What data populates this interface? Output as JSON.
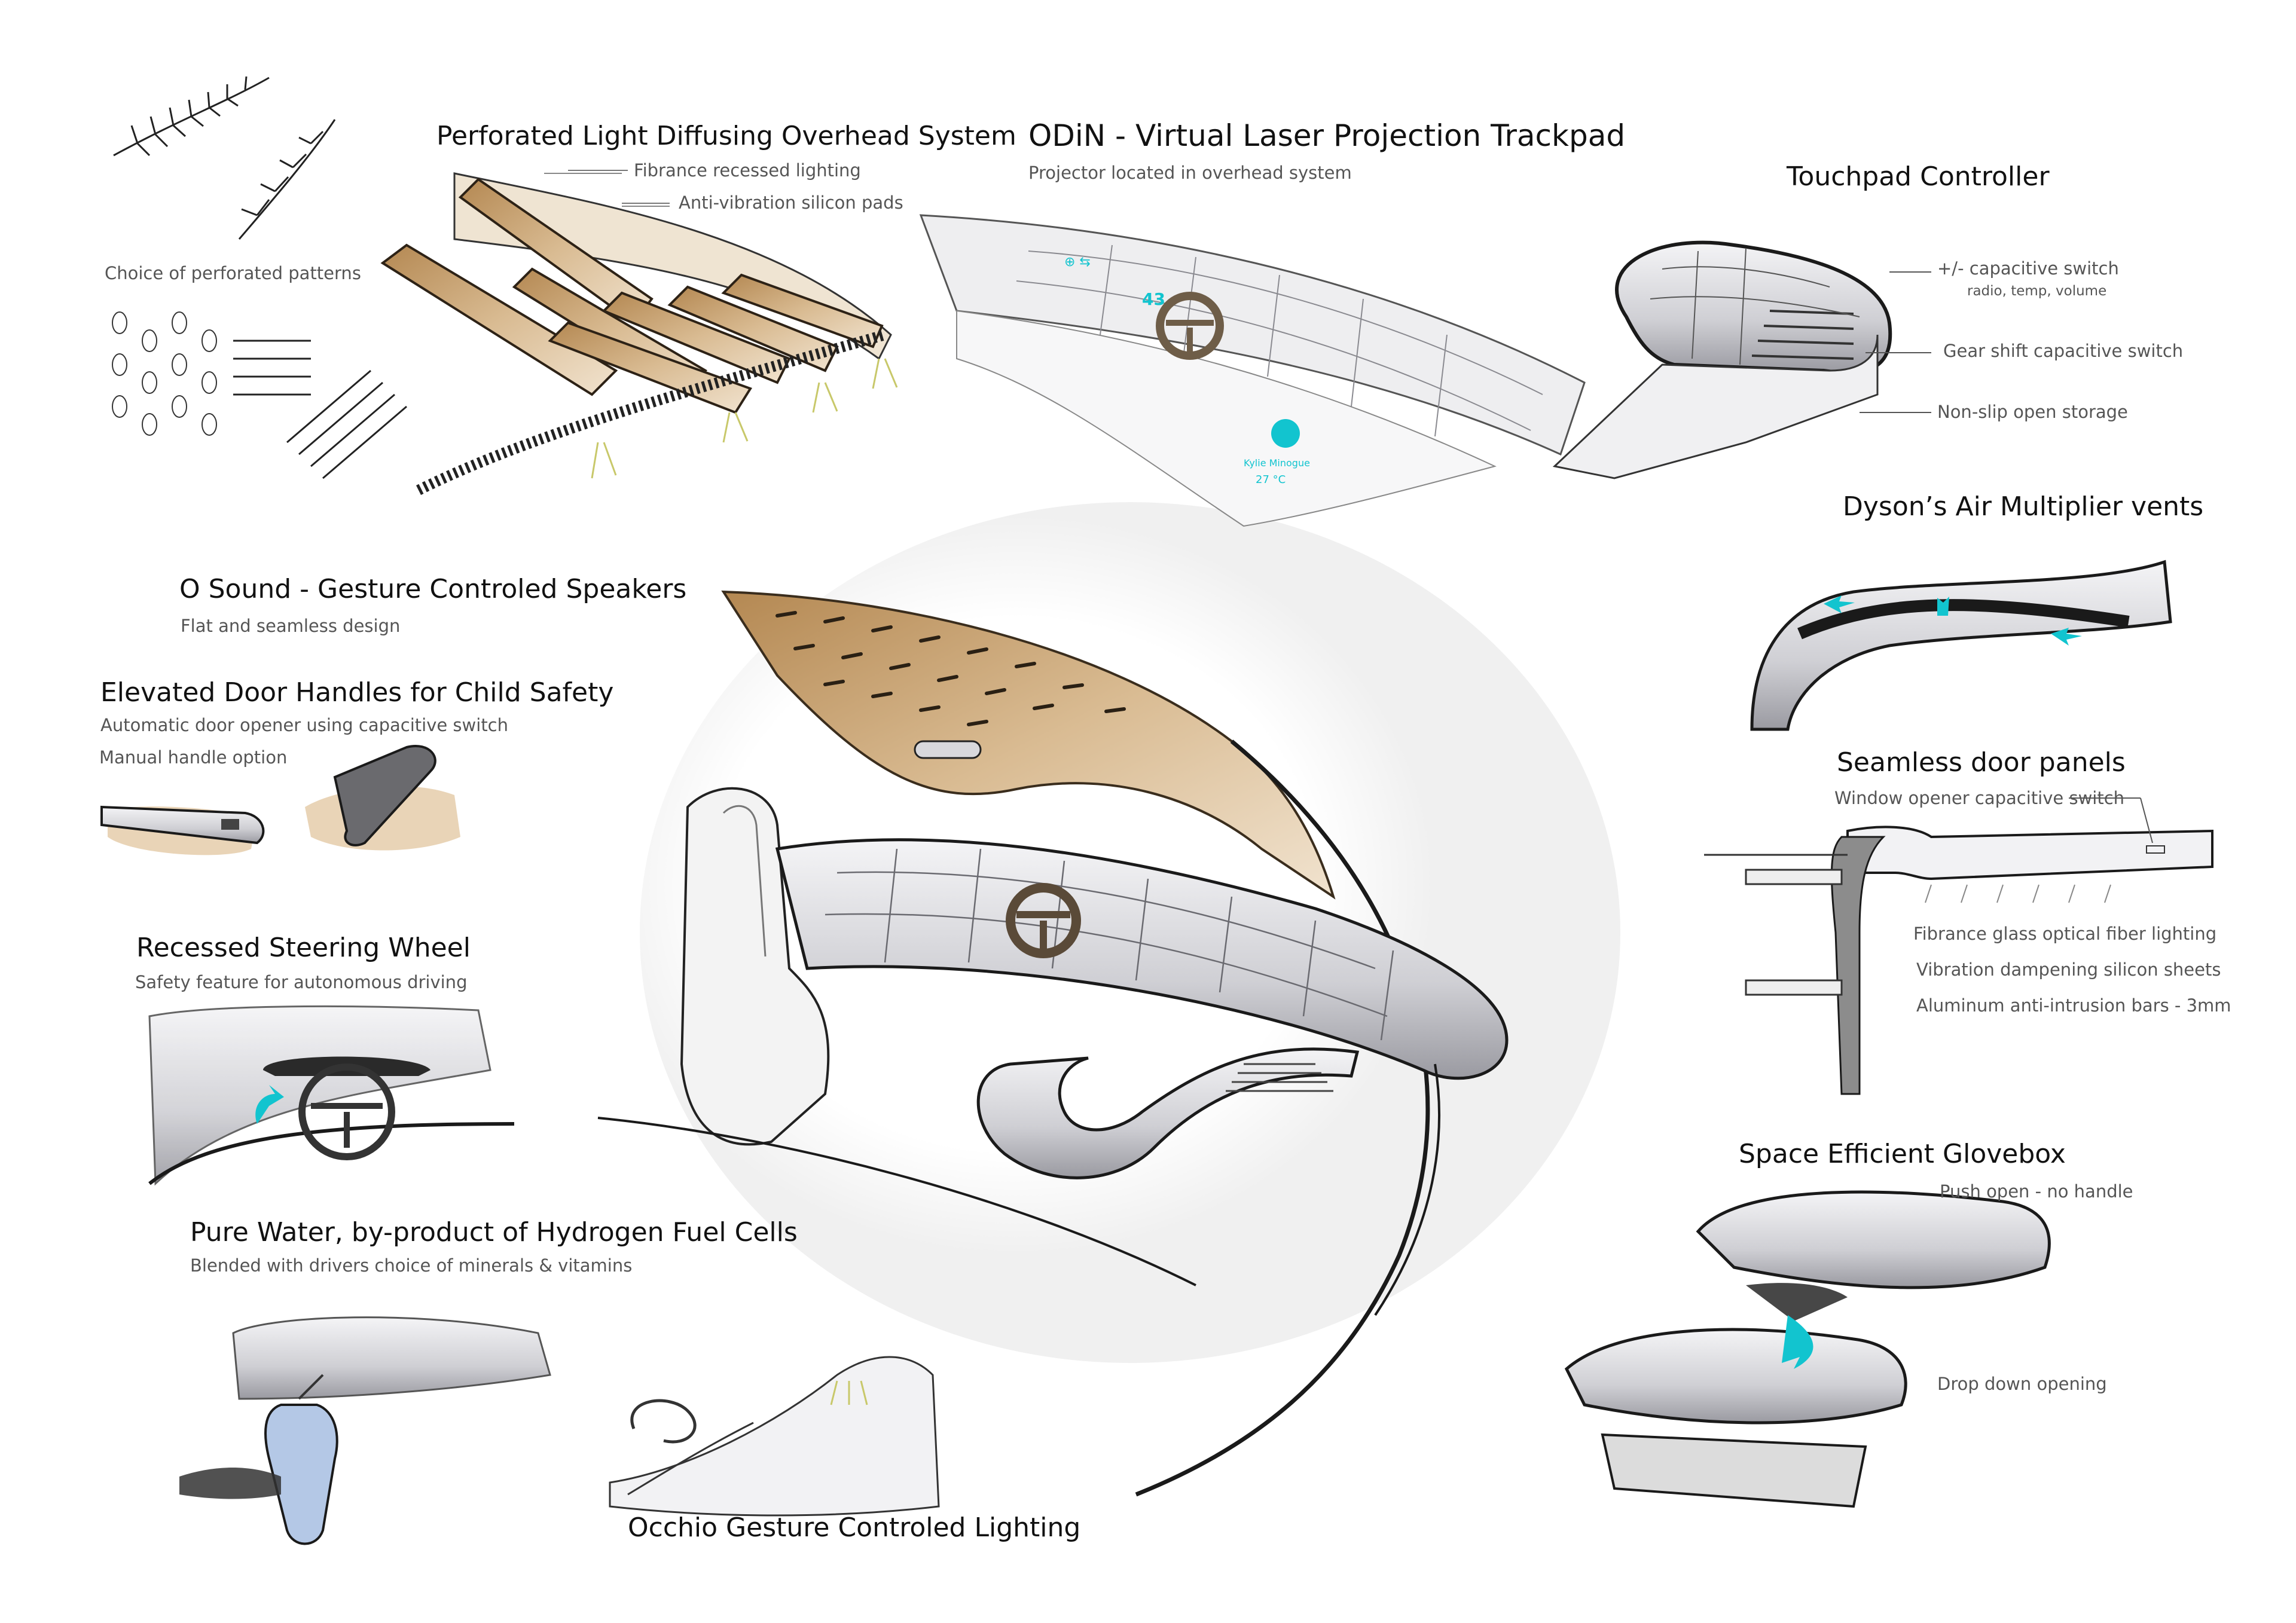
{
  "colors": {
    "ink": "#1a1a1a",
    "label_grey": "#555555",
    "wood": "#c9a477",
    "wood_dark": "#8e6a3c",
    "metal": "#c8c8cc",
    "accent_cyan": "#12c4cf"
  },
  "sections": {
    "overhead": {
      "title": "Perforated Light Diffusing Overhead System",
      "callouts": [
        "Fibrance recessed lighting",
        "Anti-vibration silicon pads"
      ],
      "patterns_label": "Choice of perforated patterns"
    },
    "odin": {
      "title": "ODiN - Virtual Laser Projection Trackpad",
      "subtitle": "Projector located in overhead system",
      "hud": {
        "speed": "43",
        "track": "Kylie Minogue",
        "temp": "27 °C"
      }
    },
    "touchpad": {
      "title": "Touchpad Controller",
      "callouts": [
        {
          "label": "+/- capacitive switch",
          "sub": "radio, temp, volume"
        },
        {
          "label": "Gear shift capacitive switch",
          "sub": ""
        },
        {
          "label": "Non-slip open storage",
          "sub": ""
        }
      ]
    },
    "dyson": {
      "title": "Dyson’s Air Multiplier vents"
    },
    "osound": {
      "title": "O Sound - Gesture Controled Speakers",
      "subtitle": "Flat and seamless design"
    },
    "door_handles": {
      "title": "Elevated Door Handles for Child Safety",
      "subtitle": "Automatic door opener using capacitive switch",
      "note": "Manual handle option"
    },
    "steering": {
      "title": "Recessed Steering Wheel",
      "subtitle": "Safety feature for autonomous driving"
    },
    "door_panels": {
      "title": "Seamless door panels",
      "callouts": [
        "Window opener capacitive switch",
        "Fibrance glass optical fiber lighting",
        "Vibration dampening silicon sheets",
        "Aluminum anti-intrusion bars - 3mm"
      ]
    },
    "glovebox": {
      "title": "Space Efficient Glovebox",
      "callouts": [
        "Push open - no handle",
        "Drop down opening"
      ]
    },
    "water": {
      "title": "Pure Water, by-product of Hydrogen Fuel Cells",
      "subtitle": "Blended with drivers choice of minerals & vitamins"
    },
    "occhio": {
      "title": "Occhio Gesture Controled Lighting"
    }
  }
}
